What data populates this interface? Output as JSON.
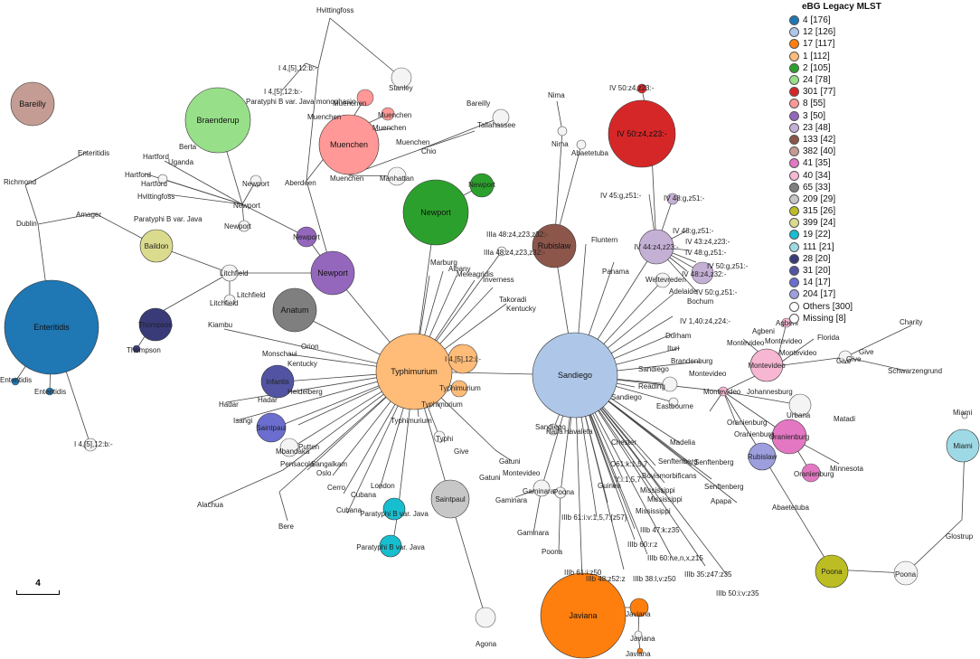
{
  "legend": {
    "title": "eBG Legacy MLST",
    "entries": [
      {
        "label": "4 [176]",
        "color": "#1f77b4"
      },
      {
        "label": "12 [126]",
        "color": "#aec7e8"
      },
      {
        "label": "17 [117]",
        "color": "#ff7f0e"
      },
      {
        "label": "1 [112]",
        "color": "#ffbb78"
      },
      {
        "label": "2 [105]",
        "color": "#2ca02c"
      },
      {
        "label": "24 [78]",
        "color": "#98df8a"
      },
      {
        "label": "301 [77]",
        "color": "#d62728"
      },
      {
        "label": "8 [55]",
        "color": "#ff9896"
      },
      {
        "label": "3 [50]",
        "color": "#9467bd"
      },
      {
        "label": "23 [48]",
        "color": "#c5b0d5"
      },
      {
        "label": "133 [42]",
        "color": "#8c564b"
      },
      {
        "label": "382 [40]",
        "color": "#c49c94"
      },
      {
        "label": "41 [35]",
        "color": "#e377c2"
      },
      {
        "label": "40 [34]",
        "color": "#f7b6d2"
      },
      {
        "label": "65 [33]",
        "color": "#7f7f7f"
      },
      {
        "label": "209 [29]",
        "color": "#c7c7c7"
      },
      {
        "label": "315 [26]",
        "color": "#bcbd22"
      },
      {
        "label": "399 [24]",
        "color": "#dbdb8d"
      },
      {
        "label": "19 [22]",
        "color": "#17becf"
      },
      {
        "label": "111 [21]",
        "color": "#9edae5"
      },
      {
        "label": "28 [20]",
        "color": "#393b79"
      },
      {
        "label": "31 [20]",
        "color": "#5254a3"
      },
      {
        "label": "14 [17]",
        "color": "#6b6ecf"
      },
      {
        "label": "204 [17]",
        "color": "#9c9ede"
      },
      {
        "label": "Others [300]",
        "color": "#ffffff"
      },
      {
        "label": "Missing [8]",
        "color": "#ffffff"
      }
    ]
  },
  "scale_label": "4",
  "nodes": {
    "typhimurium": "Typhimurium",
    "sandiego": "Sandiego",
    "enteritidis": "Enteritidis",
    "javiana": "Javiana",
    "newport_green": "Newport",
    "newport_purple": "Newport",
    "iv50_big": "IV 50:z4,z23:-",
    "braenderup": "Braenderup",
    "muenchen_big": "Muenchen",
    "bareilly": "Bareilly",
    "rubislaw": "Rubislaw",
    "baildon": "Baildon",
    "anatum": "Anatum",
    "thompson": "Thompson",
    "infantis": "Infantis",
    "saintpaul_blue": "Saintpaul",
    "saintpaul_grey": "Saintpaul",
    "oranienburg": "Oranienburg",
    "montevideo_pink": "Montevideo",
    "miami": "Miami",
    "poona_yellow": "Poona",
    "i4512": "I 4,[5],12:i:-",
    "paratyphi_cyan1": "Paratyphi B var. Java",
    "paratyphi_cyan2": "Paratyphi B var. Java",
    "rubislaw_small": "Rubislaw",
    "newport_small1": "Newport",
    "newport_small2": "Newport",
    "iv44": "IV 44:z4,z23:-"
  },
  "labels": {
    "hvittingfoss1": "Hvittingfoss",
    "stanley": "Stanley",
    "i4512b1": "I 4,[5],12:b:-",
    "i4512b2": "I 4,[5],12:b:-",
    "paratyphi_mono": "Paratyphi B var. Java monophasic",
    "muenchen1": "Muenchen",
    "muenchen2": "Muenchen",
    "muenchen3": "Muenchen",
    "muenchen4": "Muenchen",
    "muenchen5": "Muenchen",
    "muenchen6": "Muenchen",
    "bareilly_small": "Bareilly",
    "tallahassee": "Tallahassee",
    "chio": "Chio",
    "manhattan": "Manhattan",
    "aberdeen": "Aberdeen",
    "nima1": "Nima",
    "nima2": "Nima",
    "abaetetuba1": "Abaetetuba",
    "abaetetuba2": "Abaetetuba",
    "enteritidis1": "Enteritidis",
    "enteritidis2": "Enteritidis",
    "enteritidis3": "Enteritidis",
    "richmond": "Richmond",
    "dublin": "Dublin",
    "amager": "Amager",
    "hartford1": "Hartford",
    "hartford2": "Hartford",
    "hartford3": "Hartford",
    "berta": "Berta",
    "uganda": "Uganda",
    "hvittingfoss2": "Hvittingfoss",
    "newport_l1": "Newport",
    "newport_l2": "Newport",
    "newport_l3": "Newport",
    "paratyphi_java_l": "Paratyphi B var. Java",
    "litchfield1": "Litchfield",
    "litchfield2": "Litchfield",
    "litchfield3": "Litchfield",
    "thompson_small": "Thompson",
    "kiambu": "Kiambu",
    "orion": "Orion",
    "monschaui": "Monschaui",
    "kentucky1": "Kentucky",
    "kentucky2": "Kentucky",
    "heidelberg": "Heidelberg",
    "hadar1": "Hadar",
    "hadar2": "Hadar",
    "isangi": "Isangi",
    "putten": "Putten",
    "mbandaka": "Mbandaka",
    "pensacola": "Pensacola",
    "sangalkam": "Sangalkam",
    "oslo": "Oslo",
    "cerro": "Cerro",
    "cubana1": "Cubana",
    "cubana2": "Cubana",
    "london": "London",
    "alachua": "Alachua",
    "bere": "Bere",
    "marburg": "Marburg",
    "albany": "Albany",
    "meleagridis": "Meleagridis",
    "inverness": "Inverness",
    "takoradi": "Takoradi",
    "typhimurium_s1": "Typhimurium",
    "typhimurium_s2": "Typhimurium",
    "typhimurium_s3": "Typhimurium",
    "typhi": "Typhi",
    "give1": "Give",
    "give2": "Give",
    "gatuni1": "Gatuni",
    "gatuni2": "Gatuni",
    "montevideo_l": "Montevideo",
    "agona": "Agona",
    "iiia1": "IIIa 48:z4,z23,z32:-",
    "iiia2": "IIIa 48:z4,z23,z32:-",
    "fluntern": "Fluntern",
    "panama": "Panama",
    "iv50z4z23": "IV 50:z4,z23:-",
    "iv45": "IV 45:g,z51:-",
    "iv48g1": "IV 48:g,z51:-",
    "iv48g2": "IV 48:g,z51:-",
    "iv48g3": "IV 48:g,z51:-",
    "iv43": "IV 43:z4,z23:-",
    "iv50g1": "IV 50:g,z51:-",
    "iv50g2": "IV 50:g,z51:-",
    "iv48z4": "IV 48:z4,z32:-",
    "weltevreden": "Weltevreden",
    "adelaide": "Adelaide",
    "bochum": "Bochum",
    "iv140": "IV 1,40:z4,z24:-",
    "durham": "Durham",
    "ituri": "Ituri",
    "brandenburg": "Brandenburg",
    "sandiego_s1": "Sandiego",
    "sandiego_s2": "Sandiego",
    "sandiego_s3": "Sandiego",
    "reading": "Reading",
    "eastbourne": "Eastbourne",
    "madelia": "Madelia",
    "senftenberg1": "Senftenberg",
    "senftenberg2": "Senftenberg",
    "senftenberg3": "Senftenberg",
    "chester": "Chester",
    "bovismorbificans": "Bovismorbificans",
    "mississippi1": "Mississippi",
    "mississippi2": "Mississippi",
    "mississippi3": "Mississippi",
    "apapa": "Apapa",
    "haifa": "Haifa",
    "havaleta": "Havaleta",
    "gaminara1": "Gaminara",
    "gaminara2": "Gaminara",
    "gaminara3": "Gaminara",
    "poona1": "Poona",
    "poona2": "Poona",
    "poona3": "Poona",
    "o61": "O61:k:1,5,7",
    "y": "Y:i:1,5,7",
    "guinea": "Guinea",
    "iiib61v": "IIIb 61:i:v:1,5,7:[z57]",
    "iiib47": "IIIb 47:k:z35",
    "iiib60z": "IIIb 60:r:z",
    "iiib60e": "IIIb 60:r:e,n,x,z15",
    "iiib61z50": "IIIb 61:i:z50",
    "iiib48": "IIIb 48:z52:z",
    "iiib38": "IIIb 38:l,v:z50",
    "iiib35": "IIIb 35:z47:z35",
    "iiib50": "IIIb 50:i:v:z35",
    "javiana1": "Javiana",
    "javiana2": "Javiana",
    "javiana3": "Javiana",
    "agbeni1": "Agbeni",
    "agbeni2": "Agbeni",
    "montevideo1": "Montevideo",
    "montevideo2": "Montevideo",
    "montevideo3": "Montevideo",
    "montevideo4": "Montevideo",
    "montevideo5": "Montevideo",
    "florida": "Florida",
    "charity": "Charity",
    "give3": "Give",
    "give4": "Give",
    "schwarzengrund": "Schwarzengrund",
    "johannesburg": "Johannesburg",
    "urbana": "Urbana",
    "mbandaka2": "Matadi",
    "oranienburg1": "Oranienburg",
    "oranienburg2": "Oranienburg",
    "oranienburg3": "Oranienburg",
    "minnesota": "Minnesota",
    "miami_small": "Miami",
    "glostrup": "Glostrup",
    "i4512b3": "I 4,[5],12:b:-"
  }
}
